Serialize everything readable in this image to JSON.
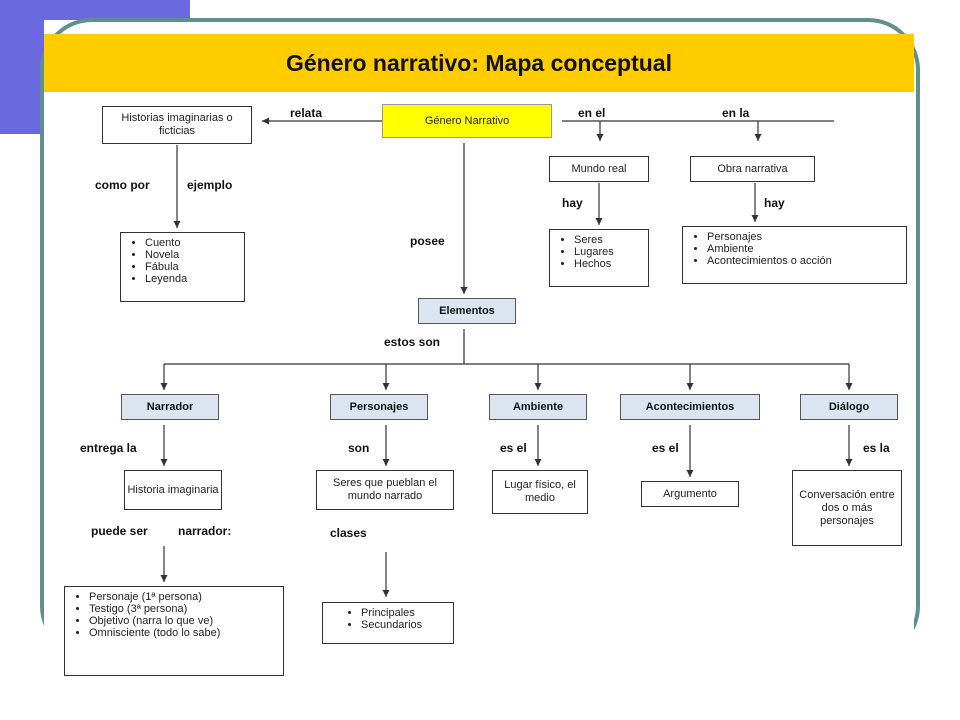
{
  "title": "Género narrativo: Mapa conceptual",
  "nodes": {
    "genero_narrativo": "Género Narrativo",
    "historias": "Historias imaginarias o ficticias",
    "mundo_real": "Mundo real",
    "obra_narrativa": "Obra narrativa",
    "elementos": "Elementos",
    "narrador": "Narrador",
    "personajes": "Personajes",
    "ambiente": "Ambiente",
    "acontecimientos": "Acontecimientos",
    "dialogo": "Diálogo",
    "historia_imaginaria": "Historia imaginaria",
    "seres_que_pueblan": "Seres que pueblan el mundo narrado",
    "lugar_fisico": "Lugar físico, el medio",
    "argumento": "Argumento",
    "conversacion": "Conversación entre dos o más personajes"
  },
  "lists": {
    "ejemplos": [
      "Cuento",
      "Novela",
      "Fábula",
      "Leyenda"
    ],
    "mundo_real_items": [
      "Seres",
      "Lugares",
      "Hechos"
    ],
    "obra_items": [
      "Personajes",
      "Ambiente",
      "Acontecimientos o acción"
    ],
    "narrador_tipos": [
      "Personaje (1ª persona)",
      "Testigo (3ª persona)",
      "Objetivo (narra lo que ve)",
      "Omnisciente (todo lo sabe)"
    ],
    "clases": [
      "Principales",
      "Secundarios"
    ]
  },
  "edge_labels": {
    "relata": "relata",
    "en_el": "en el",
    "en_la": "en la",
    "como_por": "como por",
    "ejemplo": "ejemplo",
    "hay_1": "hay",
    "hay_2": "hay",
    "posee": "posee",
    "estos_son": "estos son",
    "entrega_la": "entrega la",
    "son": "son",
    "es_el_1": "es el",
    "es_el_2": "es el",
    "es_la": "es la",
    "puede_ser": "puede ser",
    "narrador_label": "narrador:",
    "clases": "clases"
  }
}
